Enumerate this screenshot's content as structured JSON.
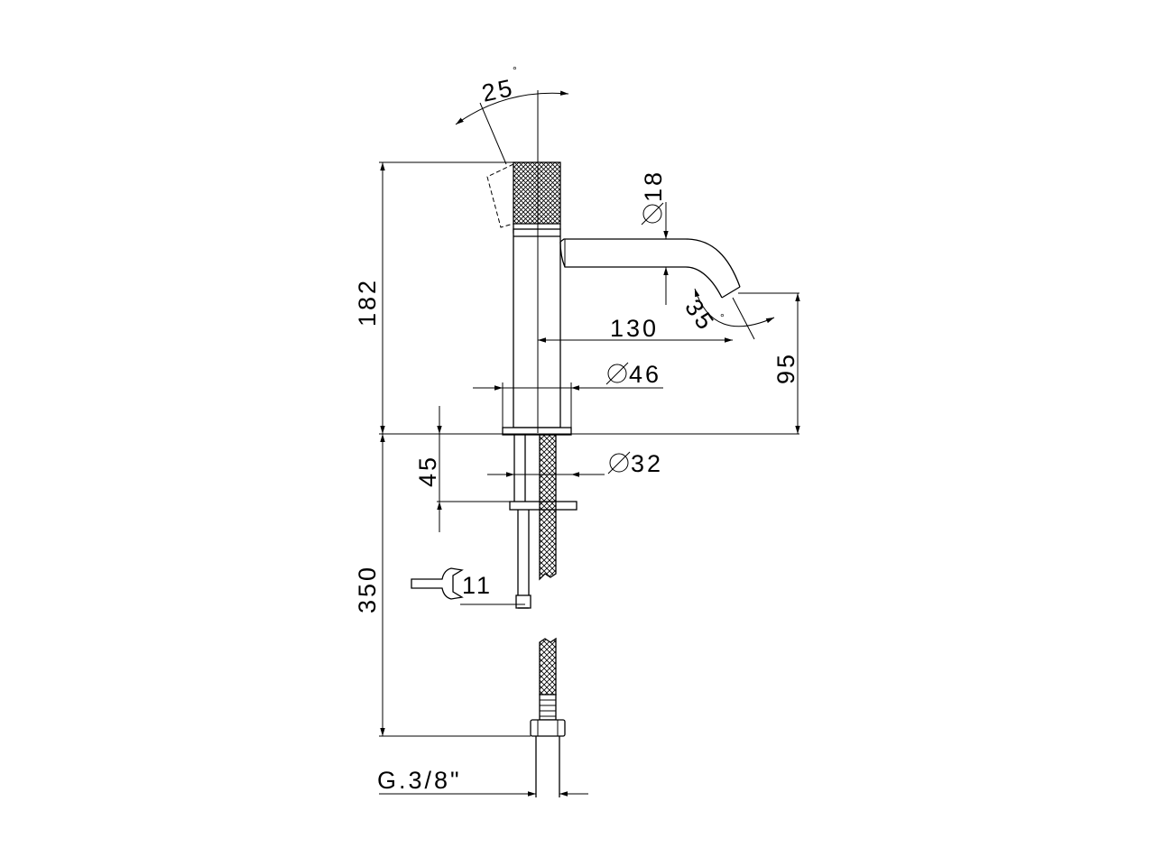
{
  "dimensions": {
    "handle_angle": "25",
    "height_total": "182",
    "spout_diameter": "18",
    "spout_angle": "35",
    "spout_reach": "130",
    "spout_height": "95",
    "body_diameter": "46",
    "shank_length": "45",
    "shank_diameter": "32",
    "hose_length": "350",
    "wrench_size": "11",
    "connection_thread": "G.3/8\""
  },
  "symbols": {
    "degree": "°",
    "diameter": "diameter-icon",
    "wrench": "wrench-icon"
  },
  "colors": {
    "line": "#000000",
    "background": "#ffffff"
  }
}
